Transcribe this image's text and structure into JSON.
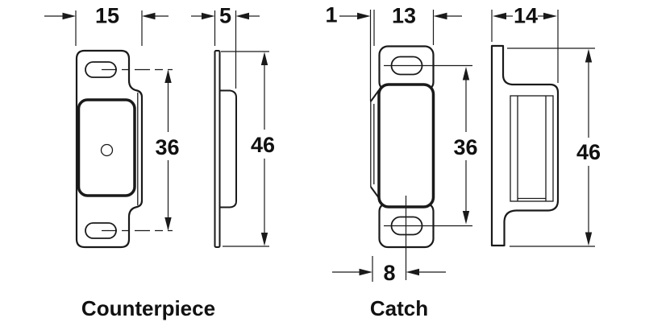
{
  "drawing": {
    "background": "#ffffff",
    "line_color": "#1a1a1a",
    "counterpiece": {
      "label": "Counterpiece",
      "dims": {
        "width": "15",
        "depth": "5",
        "slot_spacing": "36",
        "height": "46"
      }
    },
    "catch": {
      "label": "Catch",
      "dims": {
        "front_offset": "1",
        "width": "13",
        "depth": "14",
        "slot_spacing": "36",
        "height": "46",
        "slot_center_offset": "8"
      }
    }
  }
}
